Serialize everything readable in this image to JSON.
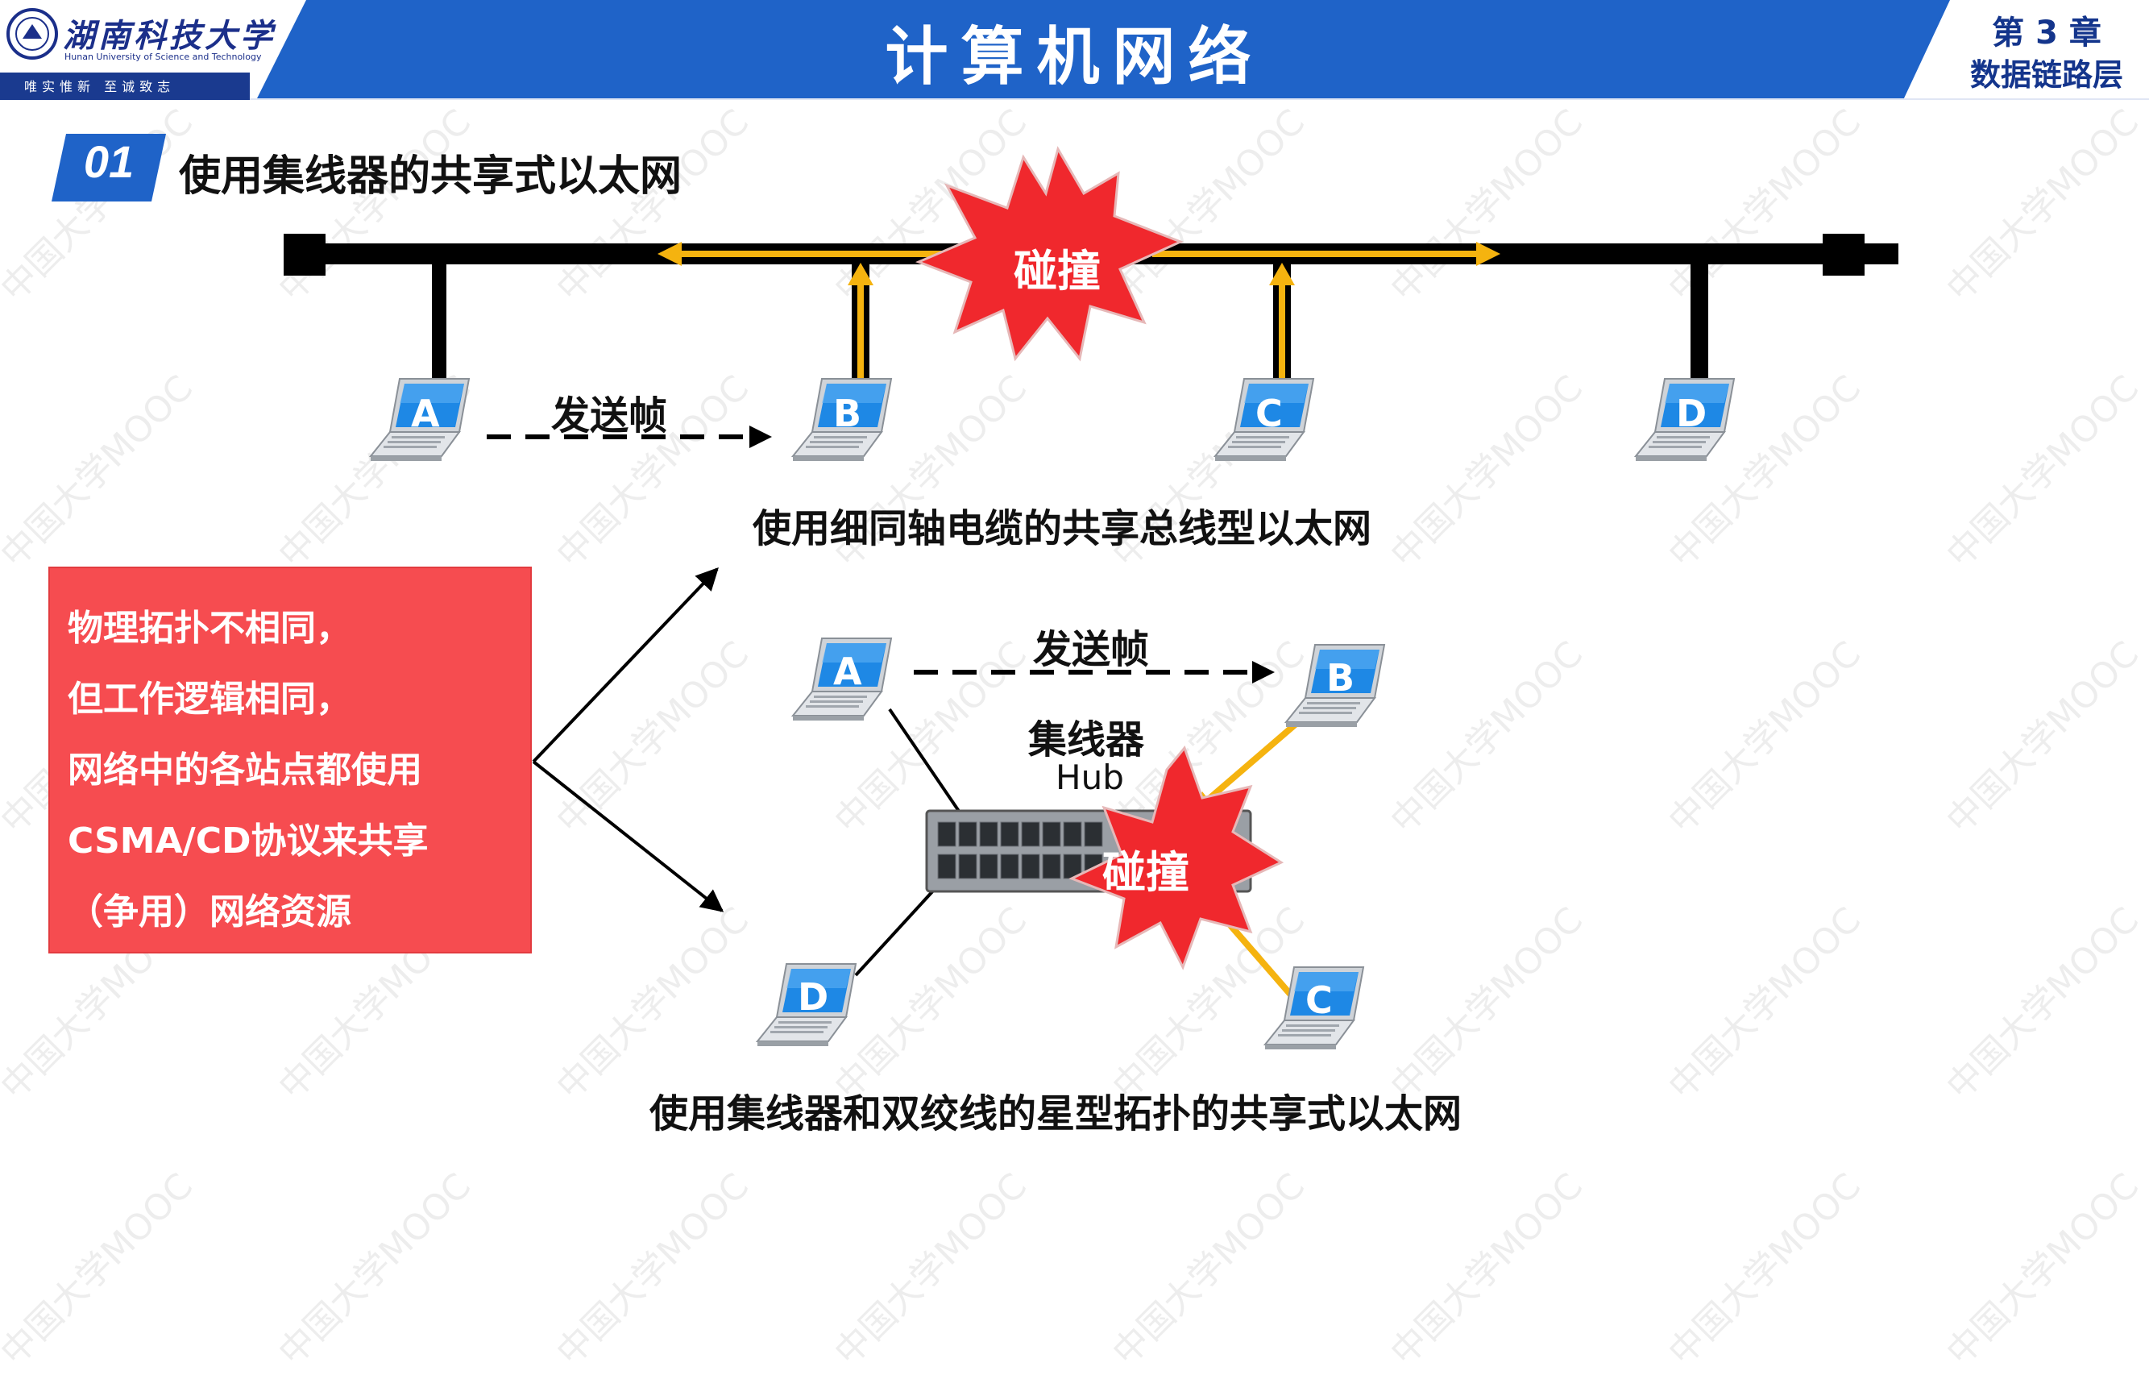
{
  "header": {
    "school_name": "湖南科技大学",
    "school_en": "Hunan University of Science and Technology",
    "motto": "唯实惟新 至诚致志",
    "course_title": "计算机网络",
    "chapter_no": "第 3 章",
    "chapter_name": "数据链路层"
  },
  "section": {
    "number": "01",
    "title": "使用集线器的共享式以太网"
  },
  "bus_diagram": {
    "collision": "碰撞",
    "send_frame": "发送帧",
    "caption": "使用细同轴电缆的共享总线型以太网",
    "hosts": [
      "A",
      "B",
      "C",
      "D"
    ]
  },
  "star_diagram": {
    "collision": "碰撞",
    "send_frame": "发送帧",
    "hub_label": "集线器",
    "hub_label_en": "Hub",
    "caption": "使用集线器和双绞线的星型拓扑的共享式以太网",
    "hosts": [
      "A",
      "B",
      "C",
      "D"
    ]
  },
  "callout": {
    "lines": [
      "物理拓扑不相同，",
      "但工作逻辑相同，",
      "网络中的各站点都使用",
      "CSMA/CD协议来共享",
      "（争用）网络资源"
    ]
  },
  "watermark": "中国大学MOOC",
  "colors": {
    "header_blue": "#1f63c8",
    "bus_black": "#000000",
    "signal_orange": "#f5b30f",
    "collision_red": "#f0282d",
    "callout_red": "#f64c50",
    "laptop_blue": "#1e88e5"
  }
}
